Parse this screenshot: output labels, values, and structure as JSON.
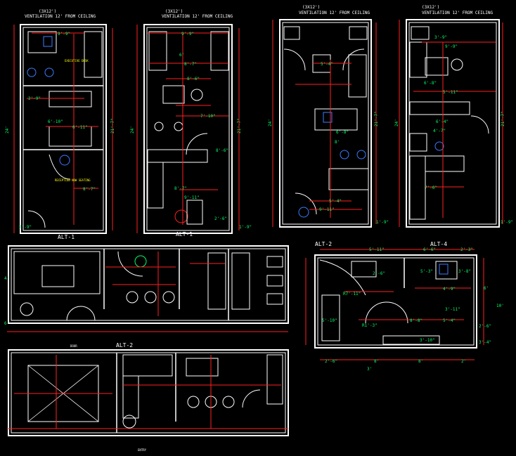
{
  "colors": {
    "background": "#000000",
    "wall": "#ffffff",
    "dimension": "#ff2020",
    "dim_text": "#00ff66",
    "furniture": "#ffffff",
    "fixture_blue": "#3b7bff",
    "note_yellow": "#ffff00"
  },
  "headers": {
    "p1_size": "(3X12')",
    "p1_vent": "VENTILATION 12' FROM CEILING",
    "p2_size": "(3X12')",
    "p2_vent": "VENTILATION 12' FROM CEILING",
    "p3_size": "(3X12')",
    "p3_vent": "VENTILATION 12' FROM CEILING",
    "p4_size": "(3X12')",
    "p4_vent": "VENTILATION 12' FROM CEILING"
  },
  "plan_titles": {
    "p1": "ALT-1",
    "p2": "ALT-1",
    "p3_right": "ALT-2",
    "p4_right": "ALT-4",
    "bottom": "ALT-2"
  },
  "plan1": {
    "d1": "9'-9\"",
    "d2": "2'-9\"",
    "d3": "6'-10\"",
    "d4": "6'-11\"",
    "d5": "24'",
    "d6": "21'-7\"",
    "d7": "8'-7\"",
    "d8": "2'-9\"",
    "note1": "EXECUTIVE DESK",
    "note2": "RECEPTION NOW SEATING"
  },
  "plan2": {
    "d1": "9'-9\"",
    "d2": "6'",
    "d3": "8'-7\"",
    "d4": "8'-6\"",
    "d5": "7'-10\"",
    "d6": "24'",
    "d7": "21'-7\"",
    "d8": "8'-6\"",
    "d9": "8'-7\"",
    "d10": "9'-11\"",
    "d11": "2'-6\"",
    "d12": "1'-9\""
  },
  "plan3": {
    "d1": "5'-4\"",
    "d2": "6'-8\"",
    "d3": "8'",
    "d4": "5'-4\"",
    "d5": "9'-11\"",
    "d6": "24'",
    "d7": "21'-7\"",
    "d8": "1'-9\""
  },
  "plan4": {
    "d1": "3'-9\"",
    "d2": "9'-9\"",
    "d3": "6'-8\"",
    "d4": "5'-11\"",
    "d5": "6'-4\"",
    "d6": "4'-7\"",
    "d7": "7'-6\"",
    "d8": "24'",
    "d9": "21'-7\"",
    "d10": "1'-9\""
  },
  "alt2_right": {
    "d1": "5'-11\"",
    "d2": "6'-6\"",
    "d3": "2'-3\"",
    "d4": "2'-6\"",
    "d5": "5'-3\"",
    "d6": "3'-8\"",
    "d7": "R7'-11\"",
    "d8": "4'-9\"",
    "d9": "3'-11\"",
    "d10": "5'-10\"",
    "d11": "R1'-3\"",
    "d12": "8'-8\"",
    "d13": "5'-4\"",
    "d14": "3'-10\"",
    "d15": "6'",
    "d16": "10'",
    "d17": "2'-6\"",
    "d18": "3'-4\"",
    "d19": "2'-6\"",
    "d20": "8'",
    "d21": "8'",
    "d22": "2'",
    "d23": "3'"
  },
  "misc": {
    "door_note": "DOOR",
    "bottom_note": "ENTRY",
    "left_dim": "6'",
    "left_dim2": "4'"
  }
}
